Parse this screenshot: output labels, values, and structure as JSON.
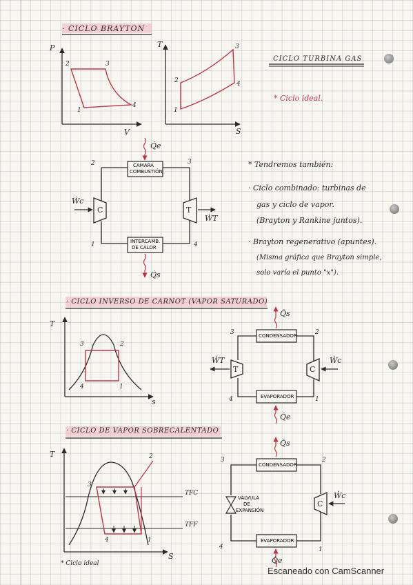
{
  "sections": {
    "brayton": {
      "title": "· CICLO BRAYTON",
      "pv_axes": {
        "y": "P",
        "x": "V"
      },
      "pv_points": [
        "1",
        "2",
        "3",
        "4"
      ],
      "ts_axes": {
        "y": "T",
        "x": "S"
      },
      "ts_points": [
        "1",
        "2",
        "3",
        "4"
      ],
      "diagram": {
        "heat_in": "Q̇e",
        "heat_out": "Q̇s",
        "work_in": "Ẇc",
        "work_out": "ẆT",
        "compressor": "C",
        "turbine": "T",
        "top_box": [
          "CAMARA",
          "COMBUSTIÓN"
        ],
        "bottom_box": [
          "INTERCAMB.",
          "DE CALOR"
        ],
        "nodes": [
          "1",
          "2",
          "3",
          "4"
        ]
      }
    },
    "turbina_gas": {
      "title": "CICLO TURBINA GAS",
      "note": "* Ciclo ideal.",
      "also_heading": "* Tendremos también:",
      "bullet1": [
        "· Ciclo combinado: turbinas de",
        "gas y ciclo de vapor.",
        "(Brayton y Rankine juntos)."
      ],
      "bullet2": [
        "· Brayton regenerativo (apuntes).",
        "(Misma gráfica que Brayton simple,",
        "solo varía el punto \"x\")."
      ]
    },
    "carnot": {
      "title": "· CICLO INVERSO DE CARNOT (VAPOR SATURADO)",
      "axes": {
        "y": "T",
        "x": "s"
      },
      "points": [
        "1",
        "2",
        "3",
        "4"
      ],
      "diagram": {
        "heat_out": "Q̇s",
        "heat_in": "Q̇e",
        "work_in": "Ẇc",
        "work_out": "ẆT",
        "compressor": "C",
        "turbine": "T",
        "top_box": "CONDENSADOR",
        "bottom_box": "EVAPORADOR",
        "nodes": [
          "1",
          "2",
          "3",
          "4"
        ]
      }
    },
    "vapor": {
      "title": "· CICLO DE VAPOR SOBRECALENTADO",
      "axes": {
        "y": "T",
        "x": "S"
      },
      "points": [
        "1",
        "2",
        "3",
        "4"
      ],
      "tfc": "TFC",
      "tff": "TFF",
      "note": "* Ciclo ideal",
      "diagram": {
        "heat_out": "Q̇s",
        "heat_in": "Q̇e",
        "work_in": "Ẇc",
        "compressor": "C",
        "valve": [
          "VÁLVULA",
          "DE",
          "EXPANSIÓN"
        ],
        "top_box": "CONDENSADOR",
        "bottom_box": "EVAPORADOR",
        "nodes": [
          "1",
          "2",
          "3",
          "4"
        ]
      }
    }
  },
  "footer": "Escaneado con CamScanner",
  "colors": {
    "ink": "#2a2a2a",
    "red": "#c0344a",
    "highlight": "#f3b3bd"
  }
}
